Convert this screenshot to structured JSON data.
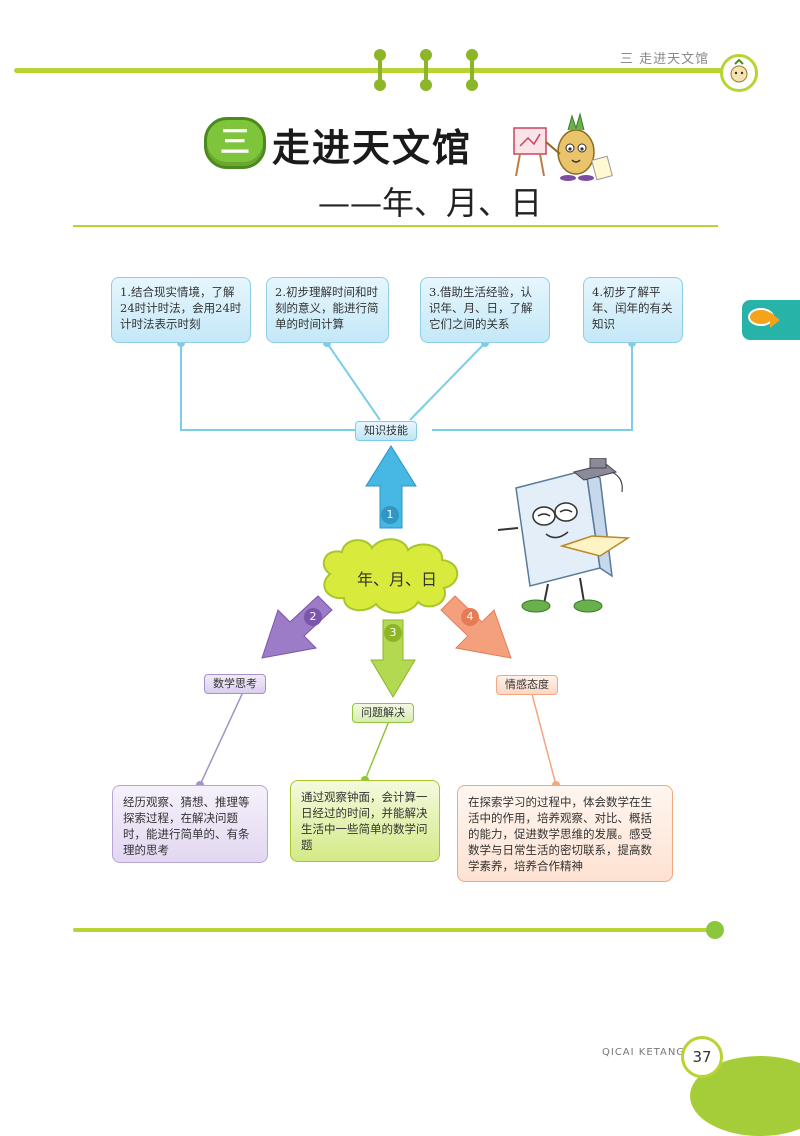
{
  "header": {
    "running_head": "三  走进天文馆"
  },
  "title": {
    "badge": "三",
    "main": "走进天文馆",
    "subtitle": "——年、月、日"
  },
  "goals": {
    "items": [
      {
        "text": "1.结合现实情境，了解24时计时法，会用24时计时法表示时刻"
      },
      {
        "text": "2.初步理解时间和时刻的意义，能进行简单的时间计算"
      },
      {
        "text": "3.借助生活经验，认识年、月、日，了解它们之间的关系"
      },
      {
        "text": "4.初步了解平年、闰年的有关知识"
      }
    ],
    "label": "知识技能"
  },
  "center": {
    "label": "年、月、日"
  },
  "arrows": {
    "n1": "1",
    "n2": "2",
    "n3": "3",
    "n4": "4"
  },
  "categories": {
    "math_thinking": "数学思考",
    "problem_solving": "问题解决",
    "attitude": "情感态度"
  },
  "details": {
    "math_thinking": "经历观察、猜想、推理等探索过程，在解决问题时，能进行简单的、有条理的思考",
    "problem_solving": "通过观察钟面，会计算一日经过的时间，并能解决生活中一些简单的数学问题",
    "attitude": "在探索学习的过程中，体会数学在生活中的作用，培养观察、对比、概括的能力，促进数学思维的发展。感受数学与日常生活的密切联系，提高数学素养，培养合作精神"
  },
  "footer": {
    "brand": "QICAI KETANG",
    "page": "37"
  }
}
